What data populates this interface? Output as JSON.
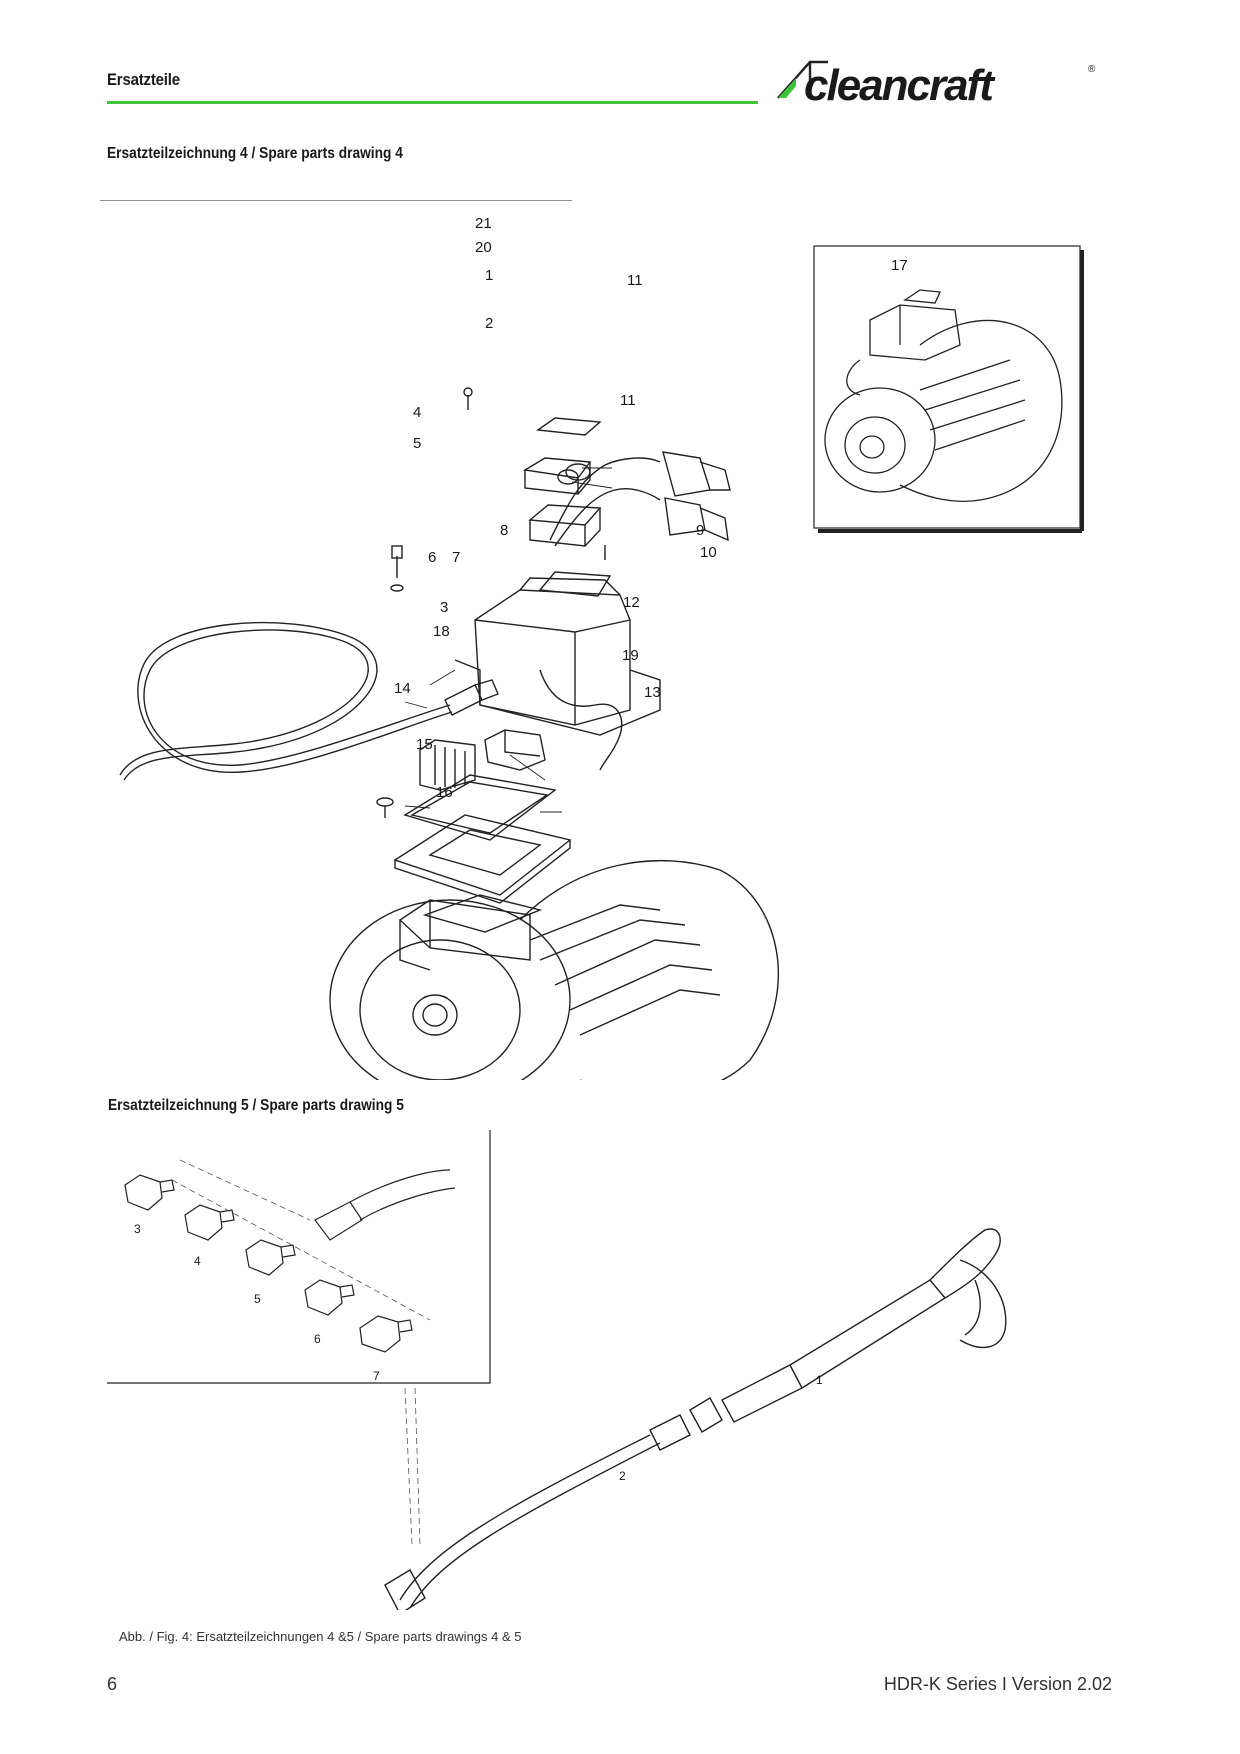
{
  "header": {
    "title": "Ersatzteile",
    "brand": "cleancraft",
    "registered_mark": "®",
    "accent_color": "#3ec43a"
  },
  "drawing4": {
    "heading": "Ersatzteilzeichnung 4 / Spare parts drawing 4",
    "callouts": [
      "21",
      "20",
      "1",
      "11",
      "2",
      "11",
      "4",
      "5",
      "8",
      "9",
      "10",
      "6",
      "7",
      "3",
      "18",
      "12",
      "19",
      "14",
      "13",
      "15",
      "16",
      "17"
    ]
  },
  "drawing5": {
    "heading": "Ersatzteilzeichnung 5 / Spare parts drawing 5",
    "callouts": [
      "3",
      "4",
      "5",
      "6",
      "7",
      "1",
      "2"
    ]
  },
  "caption": "Abb. / Fig. 4: Ersatzteilzeichnungen 4 &5 / Spare parts drawings 4 & 5",
  "footer": {
    "page_number": "6",
    "document": "HDR-K Series I Version 2.02"
  }
}
